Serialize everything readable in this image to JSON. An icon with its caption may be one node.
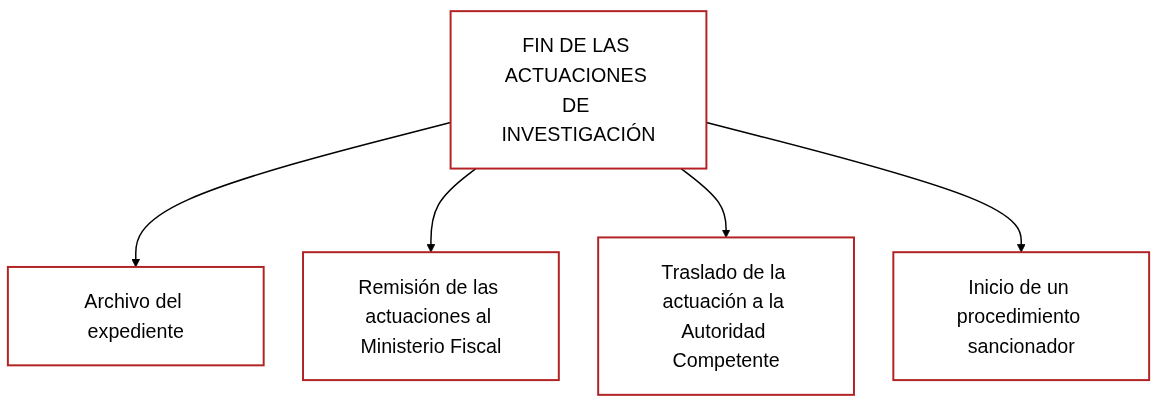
{
  "diagram": {
    "nodes": [
      {
        "text": [
          "FIN DE LAS ACTUACIONES DE INVESTIGACIÓN"
        ]
      },
      {
        "text": [
          "Archivo del expediente"
        ]
      },
      {
        "text": [
          "Remisión de las actuaciones al Ministerio Fiscal"
        ]
      },
      {
        "text": [
          "Traslado de la actuación a la Autoridad Competente"
        ]
      },
      {
        "text": [
          "Inicio de un procedimiento sancionador"
        ]
      }
    ],
    "edges": [
      {
        "from": 0,
        "to": 1,
        "arrow": "to"
      },
      {
        "from": 0,
        "to": 2,
        "arrow": "to"
      },
      {
        "from": 0,
        "to": 3,
        "arrow": "to"
      },
      {
        "from": 0,
        "to": 4,
        "arrow": "to"
      }
    ]
  }
}
